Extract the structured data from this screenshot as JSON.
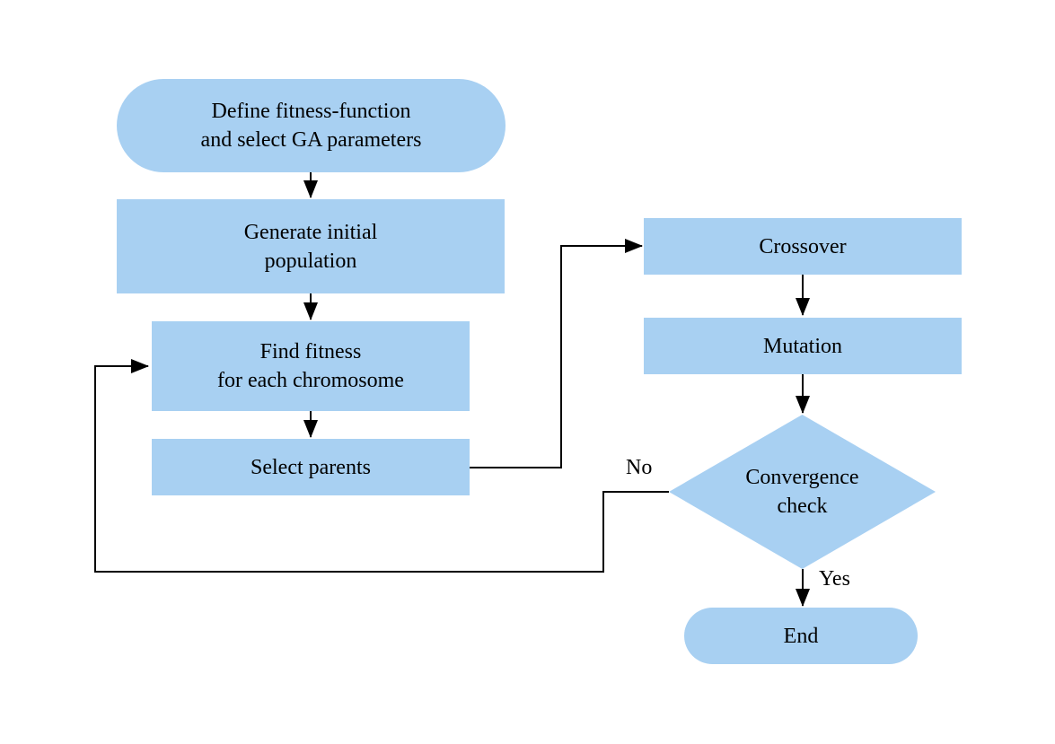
{
  "diagram": {
    "description": "Genetic algorithm flowchart",
    "colors": {
      "node_fill": "#A8D0F2",
      "connector": "#000000",
      "text": "#000000",
      "background": "#FFFFFF"
    },
    "nodes": {
      "start": {
        "type": "terminator",
        "lines": [
          "Define fitness-function",
          "and select GA parameters"
        ]
      },
      "generate": {
        "type": "process",
        "lines": [
          "Generate initial",
          "population"
        ]
      },
      "fitness": {
        "type": "process",
        "lines": [
          "Find fitness",
          "for each chromosome"
        ]
      },
      "select": {
        "type": "process",
        "lines": [
          "Select parents"
        ]
      },
      "crossover": {
        "type": "process",
        "lines": [
          "Crossover"
        ]
      },
      "mutation": {
        "type": "process",
        "lines": [
          "Mutation"
        ]
      },
      "convergence": {
        "type": "decision",
        "lines": [
          "Convergence",
          "check"
        ]
      },
      "end": {
        "type": "terminator",
        "lines": [
          "End"
        ]
      }
    },
    "edge_labels": {
      "no": "No",
      "yes": "Yes"
    }
  }
}
